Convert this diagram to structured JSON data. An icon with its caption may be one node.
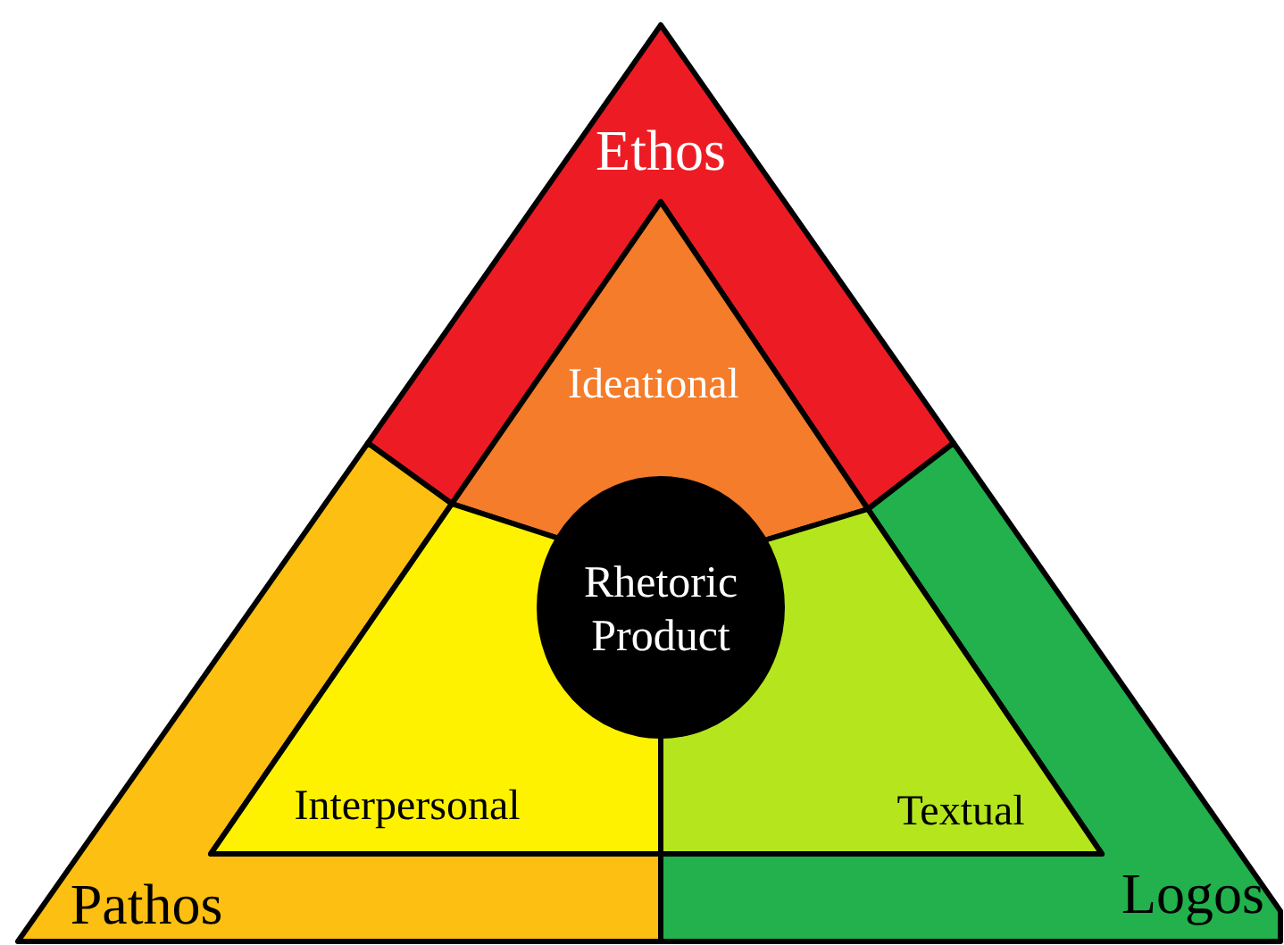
{
  "diagram": {
    "nodes": [
      {
        "text": [
          "Ethos"
        ]
      },
      {
        "text": [
          "Pathos"
        ]
      },
      {
        "text": [
          "Logos"
        ]
      },
      {
        "text": [
          "Ideational"
        ]
      },
      {
        "text": [
          "Interpersonal"
        ]
      },
      {
        "text": [
          "Textual"
        ]
      },
      {
        "text": [
          "Rhetoric Product"
        ]
      }
    ]
  }
}
